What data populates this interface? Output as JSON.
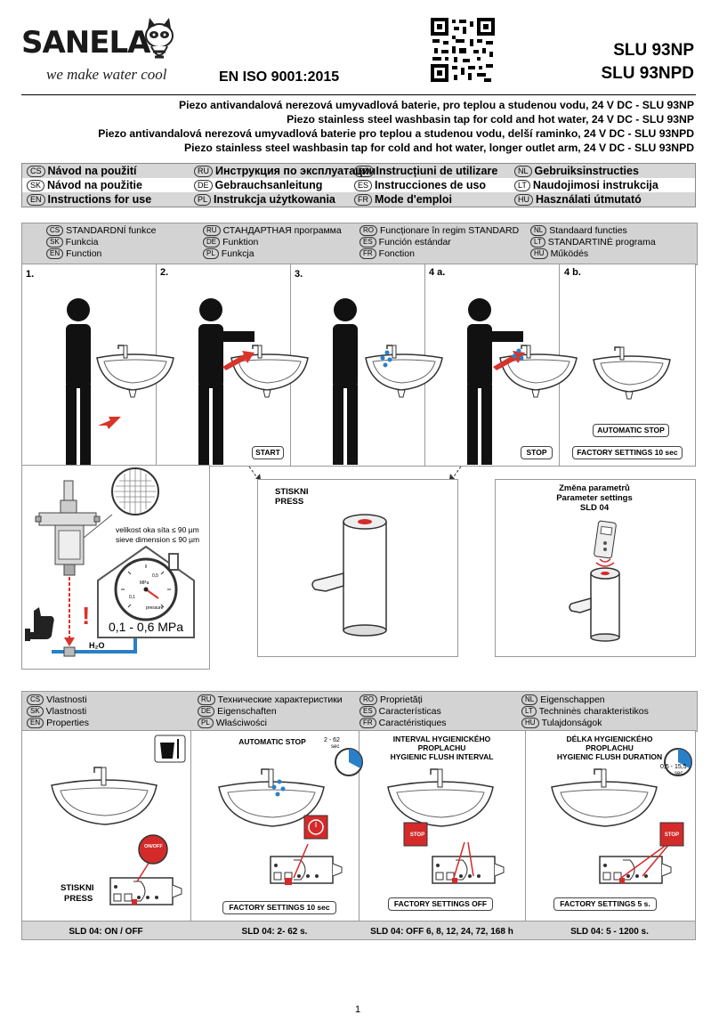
{
  "header": {
    "brand": "SANELA",
    "slogan": "we make water cool",
    "iso": "EN ISO 9001:2015",
    "models": [
      "SLU 93NP",
      "SLU 93NPD"
    ],
    "titles": [
      "Piezo antivandalová nerezová umyvadlová baterie, pro teplou a studenou vodu, 24 V DC - SLU 93NP",
      "Piezo stainless steel washbasin tap for cold and hot water, 24 V DC - SLU 93NP",
      "Piezo antivandalová nerezová umyvadlová baterie pro teplou a studenou vodu, delší raminko, 24 V DC - SLU 93NPD",
      "Piezo stainless steel washbasin tap for cold and hot water, longer outlet arm, 24 V DC - SLU 93NPD"
    ]
  },
  "languages": [
    {
      "code": "CS",
      "label": "Návod na použití"
    },
    {
      "code": "RU",
      "label": "Инструкция по эксплуатации"
    },
    {
      "code": "RO",
      "label": "Instrucțiuni de utilizare"
    },
    {
      "code": "NL",
      "label": "Gebruiksinstructies"
    },
    {
      "code": "SK",
      "label": "Návod na použitie"
    },
    {
      "code": "DE",
      "label": "Gebrauchsanleitung"
    },
    {
      "code": "ES",
      "label": "Instrucciones de uso"
    },
    {
      "code": "LT",
      "label": "Naudojimosi instrukcija"
    },
    {
      "code": "EN",
      "label": "Instructions for use"
    },
    {
      "code": "PL",
      "label": "Instrukcja użytkowania"
    },
    {
      "code": "FR",
      "label": "Mode d'emploi"
    },
    {
      "code": "HU",
      "label": "Használati útmutató"
    }
  ],
  "function_section": {
    "items": [
      {
        "code": "CS",
        "label": "STANDARDNÍ funkce"
      },
      {
        "code": "RU",
        "label": "СТАНДАРТНАЯ программа"
      },
      {
        "code": "RO",
        "label": "Funcționare în regim STANDARD"
      },
      {
        "code": "NL",
        "label": "Standaard functies"
      },
      {
        "code": "SK",
        "label": "Funkcia"
      },
      {
        "code": "DE",
        "label": "Funktion"
      },
      {
        "code": "ES",
        "label": "Función estándar"
      },
      {
        "code": "LT",
        "label": "STANDARTINĖ programa"
      },
      {
        "code": "EN",
        "label": "Function"
      },
      {
        "code": "PL",
        "label": "Funkcja"
      },
      {
        "code": "FR",
        "label": "Fonction"
      },
      {
        "code": "HU",
        "label": "Működés"
      }
    ],
    "steps": [
      "1.",
      "2.",
      "3.",
      "4 a.",
      "4 b."
    ],
    "start_label": "START",
    "stop_label": "STOP",
    "automatic_stop": "AUTOMATIC STOP",
    "factory_settings": "FACTORY SETTINGS 10 sec"
  },
  "filter": {
    "mesh_cs": "velikost oka síta ≤ 90 µm",
    "mesh_en": "sieve dimension ≤ 90 µm",
    "pressure": "0,1 - 0,6 MPa",
    "gauge_unit": "MPa",
    "gauge_vals": [
      "0,5",
      "0,1"
    ],
    "gauge_label": "pressure",
    "water": "H₂O",
    "warning": "!"
  },
  "press": {
    "line1": "STISKNI",
    "line2": "PRESS"
  },
  "params": {
    "line1": "Změna parametrů",
    "line2": "Parameter settings",
    "line3": "SLD 04"
  },
  "properties_section": {
    "items": [
      {
        "code": "CS",
        "label": "Vlastnosti"
      },
      {
        "code": "RU",
        "label": "Технические характеристики"
      },
      {
        "code": "RO",
        "label": "Proprietăți"
      },
      {
        "code": "NL",
        "label": "Eigenschappen"
      },
      {
        "code": "SK",
        "label": "Vlastnosti"
      },
      {
        "code": "DE",
        "label": "Eigenschaften"
      },
      {
        "code": "ES",
        "label": "Características"
      },
      {
        "code": "LT",
        "label": "Techninės charakteristikos"
      },
      {
        "code": "EN",
        "label": "Properties"
      },
      {
        "code": "PL",
        "label": "Właściwości"
      },
      {
        "code": "FR",
        "label": "Caractéristiques"
      },
      {
        "code": "HU",
        "label": "Tulajdonságok"
      }
    ],
    "col1": {
      "onoff": "ON/OFF",
      "press1": "STISKNI",
      "press2": "PRESS",
      "footer": "SLD 04: ON / OFF"
    },
    "col2": {
      "title": "AUTOMATIC STOP",
      "range": "2 - 62",
      "unit": "sec",
      "factory": "FACTORY SETTINGS 10 sec",
      "footer": "SLD 04: 2- 62 s."
    },
    "col3": {
      "title1": "INTERVAL HYGIENICKÉHO",
      "title2": "PROPLACHU",
      "title3": "HYGIENIC FLUSH INTERVAL",
      "stop": "STOP",
      "factory": "FACTORY SETTINGS OFF",
      "footer": "SLD 04: OFF 6, 8, 12, 24, 72, 168 h"
    },
    "col4": {
      "title1": "DÉLKA HYGIENICKÉHO",
      "title2": "PROPLACHU",
      "title3": "HYGIENIC FLUSH DURATION",
      "range": "0,5 - 15,5",
      "unit": "sec",
      "stop": "STOP",
      "factory": "FACTORY SETTINGS 5 s.",
      "footer": "SLD 04: 5 - 1200 s."
    }
  },
  "page_number": "1",
  "colors": {
    "accent_red": "#d42a2a",
    "arrow_red": "#d9342b",
    "water_blue": "#2a7fc9",
    "section_grey": "#d3d3d3"
  }
}
